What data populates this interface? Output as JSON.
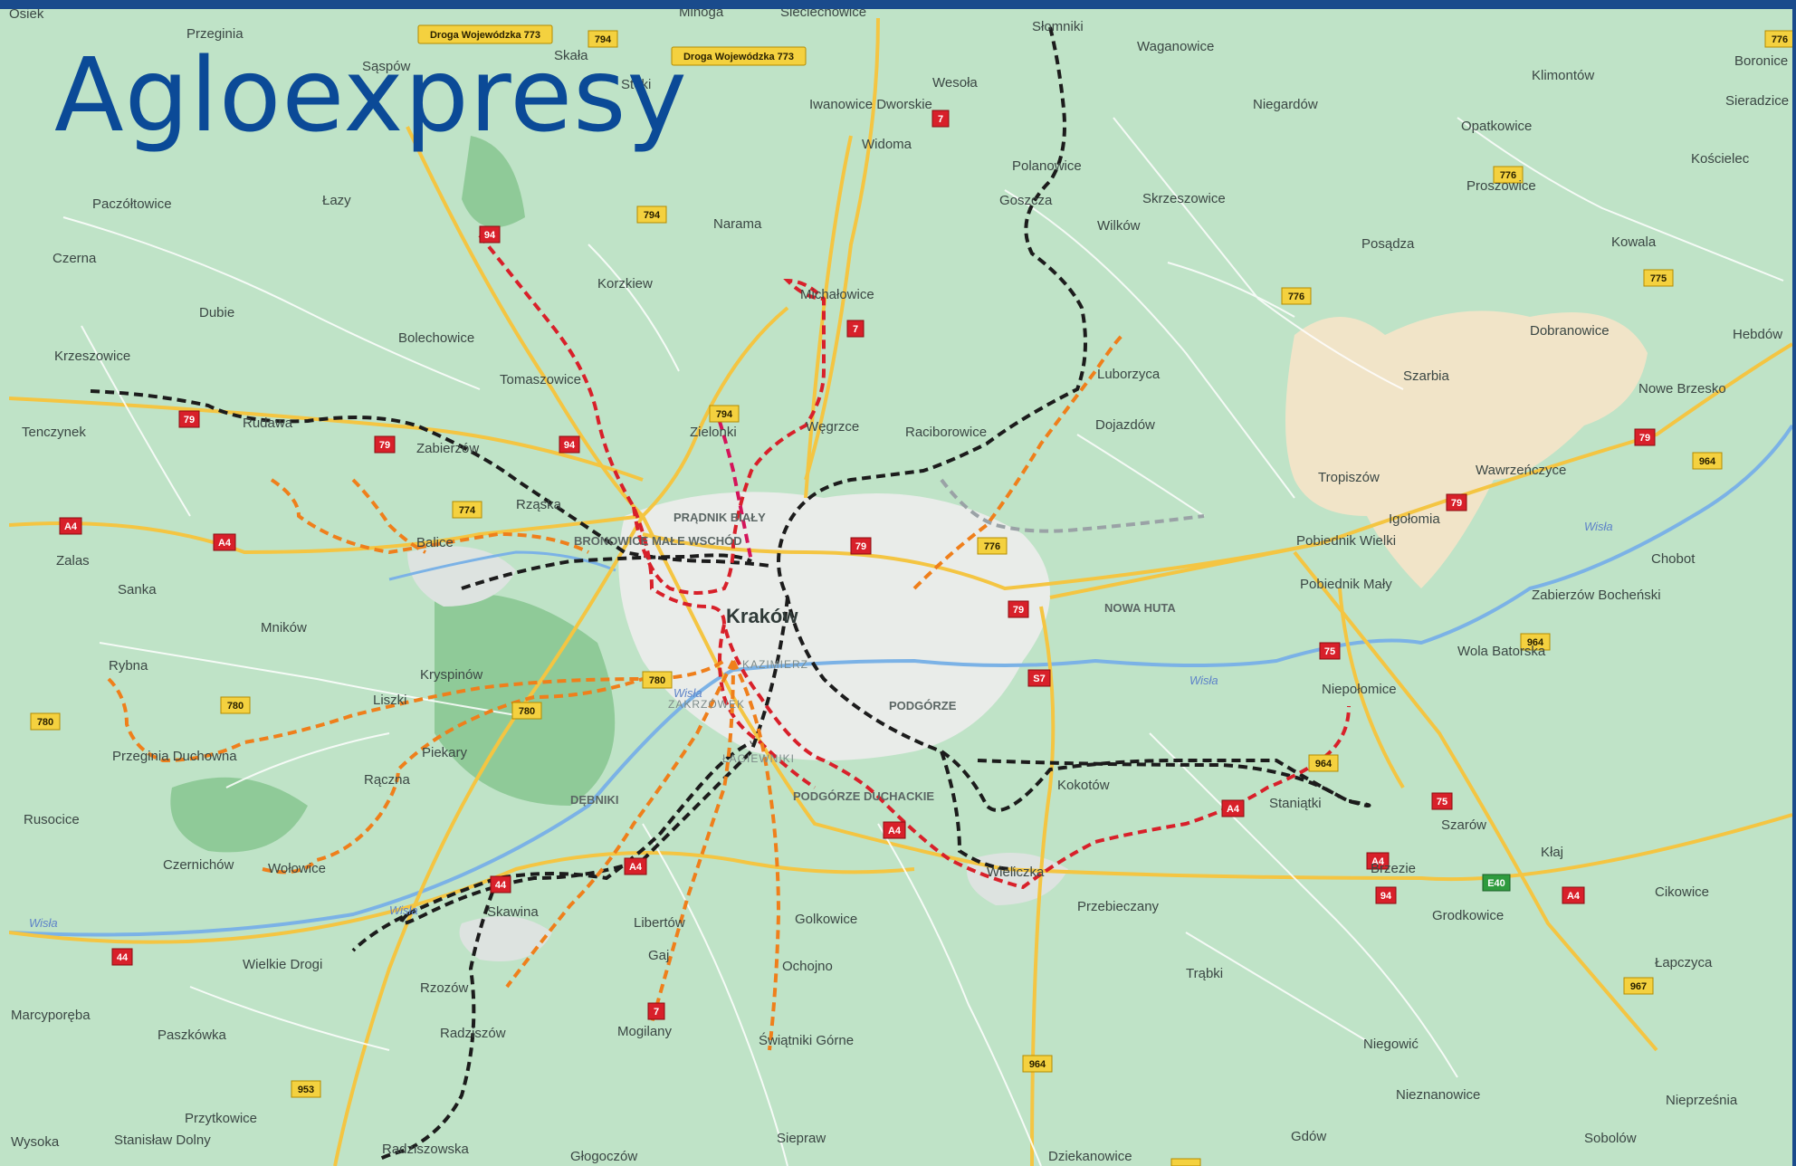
{
  "title": "Agloexpresy",
  "colors": {
    "title": "#0b4a97",
    "land": "#bfe3c7",
    "black_line": "#1c1c1c",
    "red_line": "#d8202a",
    "orange_line": "#ef7f1b",
    "magenta_line": "#d4145a",
    "grey_line": "#9aa2a6"
  },
  "road_shields": {
    "dw773_1": "Droga Wojewódzka 773",
    "dw773_2": "Droga Wojewódzka 773",
    "r794": "794",
    "r7": "7",
    "r94": "94",
    "r79": "79",
    "r774": "774",
    "r776": "776",
    "r775": "775",
    "r964": "964",
    "r780": "780",
    "r44": "44",
    "r75": "75",
    "r967": "967",
    "r953": "953",
    "rA4": "A4",
    "rE40": "E40",
    "rS7": "S7"
  },
  "towns": {
    "osiek": "Osiek",
    "przeginia": "Przeginia",
    "saspow": "Sąspów",
    "skala": "Skała",
    "minoga": "Minoga",
    "sieciechowice": "Sieciechowice",
    "slomniki": "Słomniki",
    "waganowice": "Waganowice",
    "boronice": "Boronice",
    "klimontow": "Klimontów",
    "sieradzice": "Sieradzice",
    "stoki": "Stoki",
    "iwanowice": "Iwanowice Dworskie",
    "wesola": "Wesoła",
    "niegardow": "Niegardów",
    "opatkowice": "Opatkowice",
    "koscielec": "Kościelec",
    "widoma": "Widoma",
    "polanowice": "Polanowice",
    "goszcza": "Goszcza",
    "skrzeszowice": "Skrzeszowice",
    "proszowice": "Proszowice",
    "paczoltowice": "Paczółtowice",
    "lazy": "Łazy",
    "narama": "Narama",
    "wilkow": "Wilków",
    "posadza": "Posądza",
    "kowala": "Kowala",
    "czerna": "Czerna",
    "korzkiew": "Korzkiew",
    "michalowice": "Michałowice",
    "dubie": "Dubie",
    "dobranowice": "Dobranowice",
    "hebdow": "Hebdów",
    "krzeszowice": "Krzeszowice",
    "bolechowice": "Bolechowice",
    "szarbia": "Szarbia",
    "tomaszowice": "Tomaszowice",
    "luborzyca": "Luborzyca",
    "nowe_brzesko": "Nowe Brzesko",
    "tenczynek": "Tenczynek",
    "rudawa": "Rudawa",
    "zielonki": "Zielonki",
    "wegrzce": "Węgrzce",
    "raciborowice": "Raciborowice",
    "dojazdow": "Dojazdów",
    "zabierzow": "Zabierzów",
    "wawrzenczyce": "Wawrzeńczyce",
    "tropiszow": "Tropiszów",
    "rzaska": "Rząska",
    "igolomia": "Igołomia",
    "pobiednik_wielki": "Pobiednik Wielki",
    "zalas": "Zalas",
    "balice": "Balice",
    "chobot": "Chobot",
    "sanka": "Sanka",
    "pobiednik_maly": "Pobiednik Mały",
    "zabierzow_bochenski": "Zabierzów Bocheński",
    "mnikow": "Mników",
    "krakow": "Kraków",
    "wola_batorska": "Wola Batorska",
    "rybna": "Rybna",
    "krzyszpinow": "Kryspinów",
    "liszki": "Liszki",
    "niepolomice": "Niepołomice",
    "przeginia_duchowna": "Przeginia Duchowna",
    "piekary": "Piekary",
    "kokotow": "Kokotów",
    "staniatki": "Staniątki",
    "rusocice": "Rusocice",
    "rączna": "Rączna",
    "szarow": "Szarów",
    "klaj": "Kłaj",
    "czernichow": "Czernichów",
    "wielkowice": "Wołowice",
    "wieliczka": "Wieliczka",
    "brzezie": "Brzezie",
    "cikowice": "Cikowice",
    "skawina": "Skawina",
    "libertow": "Libertów",
    "golkowice": "Golkowice",
    "przebieczany": "Przebieczany",
    "grodkowice": "Grodkowice",
    "wielkie_drogi": "Wielkie Drogi",
    "gaj": "Gaj",
    "ochojno": "Ochojno",
    "lapczyca": "Łapczyca",
    "rzozow": "Rzozów",
    "trabki": "Trąbki",
    "marcyporeba": "Marcyporęba",
    "paszkowka": "Paszkówka",
    "radziszow": "Radziszów",
    "mogilany": "Mogilany",
    "swiatniki": "Świątniki Górne",
    "niegowic": "Niegowić",
    "przytkowice": "Przytkowice",
    "nieznanowice": "Nieznanowice",
    "niepreznia": "Nieprześnia",
    "wysoka": "Wysoka",
    "stanislaw": "Stanisław Dolny",
    "siepraw": "Siepraw",
    "gdow": "Gdów",
    "sobolow": "Sobolów",
    "radziszowska": "Radziszowska",
    "glogoczow": "Głogoczów",
    "dziekanowice": "Dziekanowice"
  },
  "districts": {
    "pradnik": "PRĄDNIK BIAŁY",
    "bronowice": "BRONOWICE MAŁE WSCHÓD",
    "kazimierz": "KAZIMIERZ",
    "zakrzowek": "ZAKRZÓWEK",
    "podgorze": "PODGÓRZE",
    "lagiewniki": "ŁAGIEWNIKI",
    "debniki": "DĘBNIKI",
    "podgorze_duchackie": "PODGÓRZE DUCHACKIE",
    "nowa_huta": "NOWA HUTA"
  },
  "rivers": {
    "wisla": "Wisła"
  }
}
